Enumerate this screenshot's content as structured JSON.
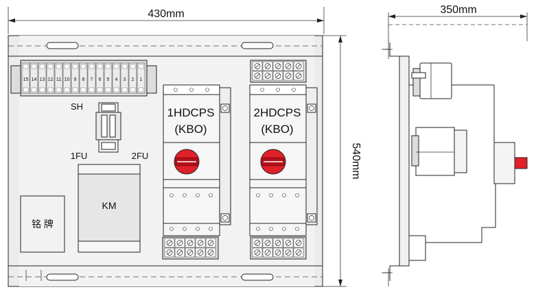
{
  "front_view": {
    "width_dim": "430mm",
    "height_dim": "540mm",
    "terminal_block_label": "SH",
    "terminal_numbers": [
      "15",
      "14",
      "13",
      "12",
      "11",
      "10",
      "9",
      "8",
      "7",
      "6",
      "5",
      "4",
      "3",
      "2",
      "1"
    ],
    "fuse_left_label": "1FU",
    "fuse_right_label": "2FU",
    "contactor_label": "KM",
    "nameplate_label": "铭 牌",
    "unit1_name": "1HDCPS",
    "unit1_type": "(KBO)",
    "unit2_name": "2HDCPS",
    "unit2_type": "(KBO)"
  },
  "side_view": {
    "depth_dim": "350mm"
  },
  "colors": {
    "line": "#222222",
    "panel_fill": "#ececec",
    "panel_inner": "#f2f2f2",
    "knob_red": "#e0202a",
    "terminal_fill": "#dcdcdc"
  }
}
